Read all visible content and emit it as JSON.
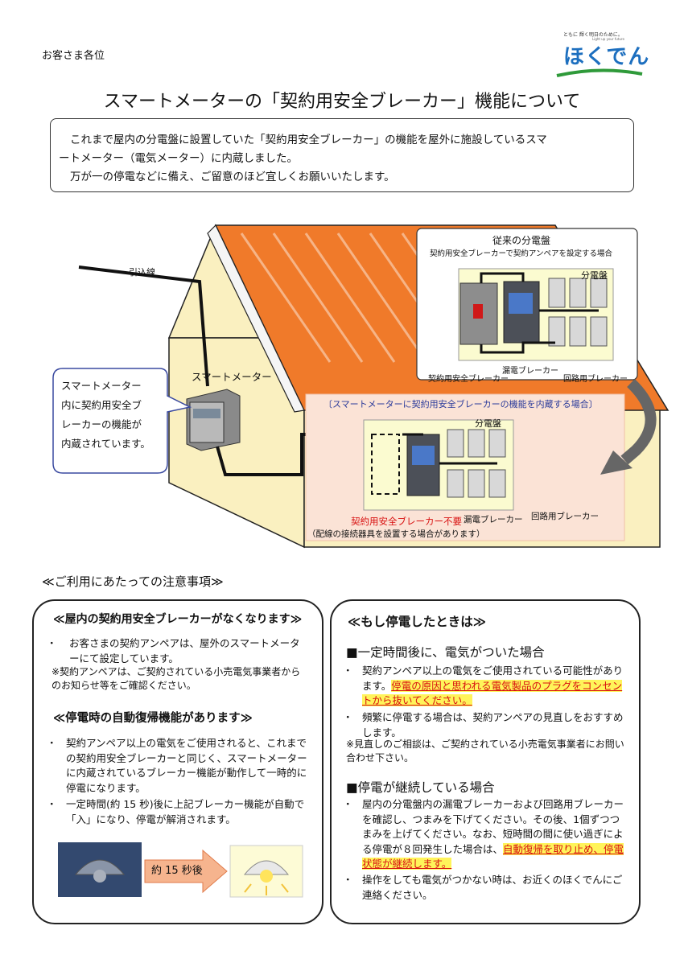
{
  "greeting": "お客さま各位",
  "logo": {
    "tagline": "ともに 輝く明日のために。",
    "tagline_en": "Light up your future",
    "brand": "ほくでん"
  },
  "title": "スマートメーターの「契約用安全ブレーカー」機能について",
  "intro": {
    "line1": "これまで屋内の分電盤に設置していた「契約用安全ブレーカー」の機能を屋外に施設しているスマ",
    "line2": "ートメーター（電気メーター）に内蔵しました。",
    "line3": "万が一の停電などに備え、ご留意のほど宜しくお願いいたします。"
  },
  "diagram": {
    "service_wire": "引込線",
    "smart_meter": "スマートメーター",
    "callout": [
      "スマートメーター",
      "内に契約用安全ブ",
      "レーカーの機能が",
      "内蔵されています。"
    ],
    "old_panel_title": "従来の分電盤",
    "old_panel_sub": "契約用安全ブレーカーで契約アンペアを設定する場合",
    "panel_label": "分電盤",
    "contract_breaker": "契約用安全ブレーカー",
    "earth_leakage": "漏電ブレーカー",
    "circuit_breaker": "回路用ブレーカー",
    "new_panel_title": "〔スマートメーターに契約用安全ブレーカーの機能を内蔵する場合〕",
    "not_needed": "契約用安全ブレーカー不要",
    "note": "（配線の接続器具を設置する場合があります）"
  },
  "notes_heading": "≪ご利用にあたっての注意事項≫",
  "left": {
    "h1": "≪屋内の契約用安全ブレーカーがなくなります≫",
    "p1": "お客さまの契約アンペアは、屋外のスマートメーターにて設定しています。",
    "p1_note": "※契約アンペアは、ご契約されている小売電気事業者からのお知らせ等をご確認ください。",
    "h2": "≪停電時の自動復帰機能があります≫",
    "p2": "契約アンペア以上の電気をご使用されると、これまでの契約用安全ブレーカーと同じく、スマートメーターに内蔵されているブレーカー機能が動作して一時的に停電になります。",
    "p3": "一定時間(約 15 秒)後に上記ブレーカー機能が自動で「入」になり、停電が解消されます。",
    "arrow": "約 15 秒後"
  },
  "right": {
    "h": "≪もし停電したときは≫",
    "s1": "■一定時間後に、電気がついた場合",
    "s1_a": "契約アンペア以上の電気をご使用されている可能性があります。",
    "s1_hl": "停電の原因と思われる電気製品のプラグをコンセントから抜いてください。",
    "s1_b": "頻繁に停電する場合は、契約アンペアの見直しをおすすめします。",
    "s1_note": "※見直しのご相談は、ご契約されている小売電気事業者にお問い合わせ下さい。",
    "s2": "■停電が継続している場合",
    "s2_a": "屋内の分電盤内の漏電ブレーカーおよび回路用ブレーカーを確認し、つまみを下げてください。その後、1個ずつつまみを上げてください。なお、短時間の間に使い過ぎによる停電が８回発生した場合は、",
    "s2_hl": "自動復帰を取り止め、停電状態が継続します。",
    "s2_b": "操作をしても電気がつかない時は、お近くのほくでんにご連絡ください。"
  },
  "colors": {
    "roof": "#f07a2a",
    "wall": "#faf0c0",
    "panel_bg": "#fbfbd0",
    "new_area": "#fbe3d6",
    "red": "#d81010",
    "highlight": "#fff45a",
    "brand": "#1d6fbf"
  }
}
